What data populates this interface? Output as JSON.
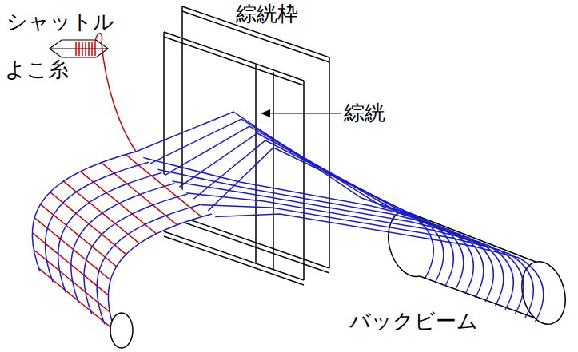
{
  "diagram": {
    "labels": [
      "綜絖枠",
      "綜絖",
      "シャットル",
      "よこ糸",
      "バックビーム"
    ]
  }
}
